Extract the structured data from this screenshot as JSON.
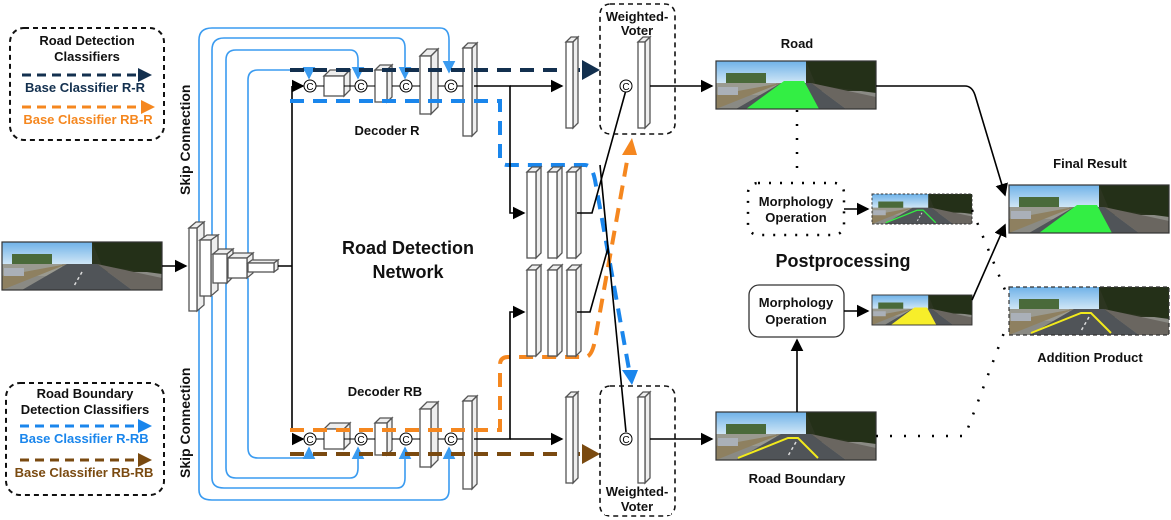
{
  "legend_road": {
    "title_line1": "Road Detection",
    "title_line2": "Classifiers",
    "items": [
      {
        "label": "Base Classifier R-R",
        "color": "#13304f"
      },
      {
        "label": "Base Classifier RB-R",
        "color": "#f5871f"
      }
    ]
  },
  "legend_boundary": {
    "title_line1": "Road Boundary",
    "title_line2": "Detection Classifiers",
    "items": [
      {
        "label": "Base Classifier R-RB",
        "color": "#1a86ec"
      },
      {
        "label": "Base Classifier RB-RB",
        "color": "#7a4a10"
      }
    ]
  },
  "skip_connection_top": "Skip Connection",
  "skip_connection_bottom": "Skip Connection",
  "network_title_line1": "Road Detection",
  "network_title_line2": "Network",
  "decoder_r": "Decoder R",
  "decoder_rb": "Decoder RB",
  "concat_symbol": "C",
  "voter_top_line1": "Weighted-",
  "voter_top_line2": "Voter",
  "voter_bottom_line1": "Weighted-",
  "voter_bottom_line2": "Voter",
  "road_label": "Road",
  "road_boundary_label": "Road Boundary",
  "morph_top_line1": "Morphology",
  "morph_top_line2": "Operation",
  "morph_bottom_line1": "Morphology",
  "morph_bottom_line2": "Operation",
  "postprocessing": "Postprocessing",
  "final_result": "Final Result",
  "addition_product": "Addition Product",
  "colors": {
    "skip": "#3a9bf0",
    "road_mask": "#33ee44",
    "boundary_line": "#f2ea1c",
    "yellow_mask": "#f7ee2a"
  }
}
